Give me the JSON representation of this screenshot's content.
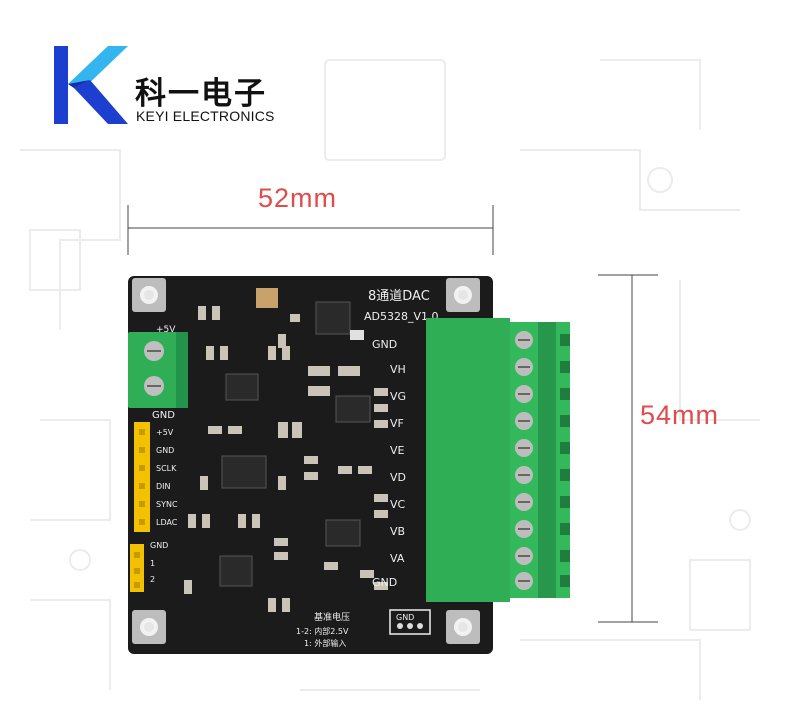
{
  "brand": {
    "name_cn": "科一电子",
    "name_en": "KEYI ELECTRONICS"
  },
  "dimensions": {
    "width_label": "52mm",
    "height_label": "54mm"
  },
  "board": {
    "title_cn": "8通道DAC",
    "model": "AD5328_V1.0",
    "power_label": "+5V",
    "gnd_label": "GND",
    "header_pins": [
      "+5V",
      "GND",
      "SCLK",
      "DIN",
      "SYNC",
      "LDAC"
    ],
    "jumper_pins": [
      "GND",
      "1",
      "2"
    ],
    "output_labels": [
      "GND",
      "VH",
      "VG",
      "VF",
      "VE",
      "VD",
      "VC",
      "VB",
      "VA",
      "GND"
    ],
    "ref_title": "基准电压",
    "ref_line1": "1-2: 内部2.5V",
    "ref_line2": "1: 外部输入",
    "gnd_box_label": "GND"
  },
  "colors": {
    "accent_red": "#e04b4b",
    "logo_blue": "#1d3fd0",
    "logo_cyan": "#33b6f0",
    "pcb_black": "#1b1b1b",
    "terminal_green": "#2fae55",
    "header_yellow": "#f2c200"
  }
}
